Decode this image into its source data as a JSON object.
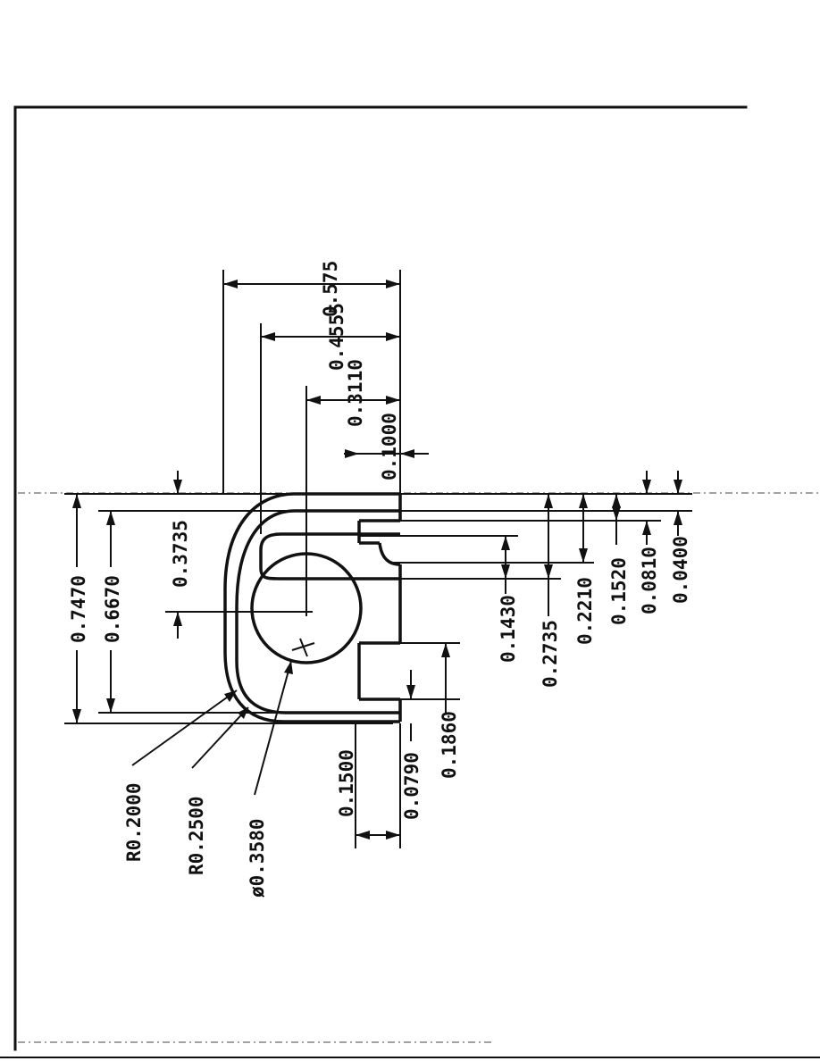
{
  "drawing": {
    "dimensions": {
      "d_0575": "0.575",
      "d_04555": "0.4555",
      "d_03110": "0.3110",
      "d_01000": "0.1000",
      "d_03735": "0.3735",
      "d_07470": "0.7470",
      "d_06670": "0.6670",
      "d_01430": "0.1430",
      "d_02735": "0.2735",
      "d_02210": "0.2210",
      "d_01520": "0.1520",
      "d_00810": "0.0810",
      "d_00400": "0.0400",
      "d_01860": "0.1860",
      "d_01500": "0.1500",
      "d_00790": "0.0790"
    },
    "callouts": {
      "r_02000": "R0.2000",
      "r_02500": "R0.2500",
      "dia_03580": "ø0.3580"
    }
  }
}
